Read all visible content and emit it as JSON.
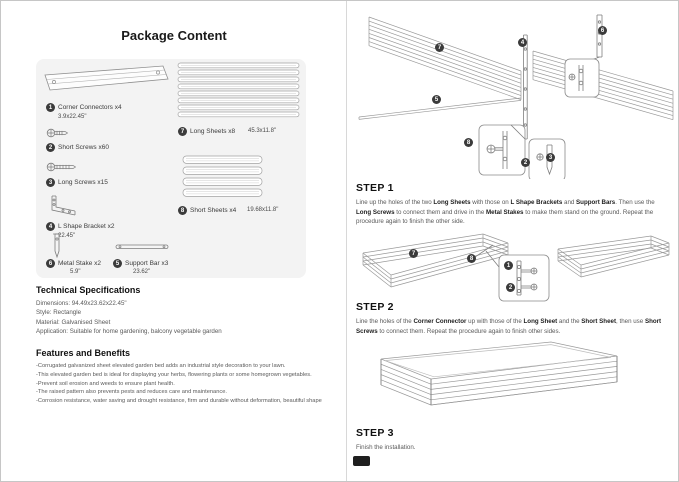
{
  "page": {
    "title": "Package Content"
  },
  "parts": [
    {
      "num": "1",
      "label": "Corner Connectors x4",
      "dim": "3.9x22.45\""
    },
    {
      "num": "2",
      "label": "Short Screws x60",
      "dim": ""
    },
    {
      "num": "3",
      "label": "Long Screws x15",
      "dim": ""
    },
    {
      "num": "4",
      "label": "L Shape Bracket x2",
      "dim": "22.45\""
    },
    {
      "num": "5",
      "label": "Support Bar x3",
      "dim": "23.62\""
    },
    {
      "num": "6",
      "label": "Metal Stake x2",
      "dim": "5.9\""
    },
    {
      "num": "7",
      "label": "Long Sheets x8",
      "dim": "45.3x11.8\""
    },
    {
      "num": "8",
      "label": "Short Sheets x4",
      "dim": "19.68x11.8\""
    }
  ],
  "tech_specs": {
    "title": "Technical Specifications",
    "lines": [
      "Dimensions: 94.49x23.62x22.45\"",
      "Style: Rectangle",
      "Material: Galvanised Sheet",
      "Application: Suitable for home gardening, balcony vegetable garden"
    ]
  },
  "features": {
    "title": "Features and Benefits",
    "lines": [
      "-Corrugated galvanized sheet elevated garden bed adds an industrial style decoration to your lawn.",
      "-This elevated garden bed is ideal for displaying your herbs, flowering plants or some homegrown vegetables.",
      "-Prevent soil erosion and weeds to ensure plant health.",
      "-The raised pattern also prevents pests and reduces care and maintenance.",
      "-Corrosion resistance, water saving and drought resistance, firm and durable without deformation, beautiful shape"
    ]
  },
  "steps": [
    {
      "title": "STEP 1",
      "callouts": [
        "7",
        "4",
        "6",
        "5",
        "8",
        "2",
        "3"
      ],
      "segments": [
        {
          "t": "Line up the holes of the two ",
          "b": false
        },
        {
          "t": "Long Sheets",
          "b": true
        },
        {
          "t": " with those on ",
          "b": false
        },
        {
          "t": "L Shape Brackets",
          "b": true
        },
        {
          "t": " and ",
          "b": false
        },
        {
          "t": "Support Bars",
          "b": true
        },
        {
          "t": ". Then use the ",
          "b": false
        },
        {
          "t": "Long Screws",
          "b": true
        },
        {
          "t": " to connect them and drive in the ",
          "b": false
        },
        {
          "t": "Metal Stakes",
          "b": true
        },
        {
          "t": " to make them stand on the ground. Repeat the procedure again to finish the other side.",
          "b": false
        }
      ]
    },
    {
      "title": "STEP 2",
      "callouts": [
        "7",
        "8",
        "1",
        "2"
      ],
      "segments": [
        {
          "t": "Line the holes of the ",
          "b": false
        },
        {
          "t": "Corner Connector",
          "b": true
        },
        {
          "t": " up with those of the ",
          "b": false
        },
        {
          "t": "Long Sheet",
          "b": true
        },
        {
          "t": " and the ",
          "b": false
        },
        {
          "t": "Short Sheet",
          "b": true
        },
        {
          "t": ", then use ",
          "b": false
        },
        {
          "t": "Short Screws",
          "b": true
        },
        {
          "t": " to connect them. Repeat the procedure again to finish other sides.",
          "b": false
        }
      ]
    },
    {
      "title": "STEP 3",
      "callouts": [],
      "segments": [
        {
          "t": "Finish the installation.",
          "b": false
        }
      ]
    }
  ],
  "colors": {
    "badge": "#3b3b3b",
    "panel_bg": "#f3f3f3",
    "line_art": "#9a9a9a"
  }
}
